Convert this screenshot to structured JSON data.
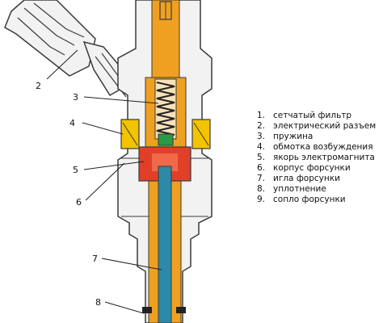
{
  "colors": {
    "body_fill": "#f2f2f2",
    "outline": "#3a3a3a",
    "fuel_channel": "#f0a020",
    "needle": "#2c8aa8",
    "armature": "#e0402a",
    "coil": "#f2c400",
    "spring_cap": "#2a9a44",
    "leader": "#222222"
  },
  "callouts": [
    {
      "num": "2"
    },
    {
      "num": "3"
    },
    {
      "num": "4"
    },
    {
      "num": "5"
    },
    {
      "num": "6"
    },
    {
      "num": "7"
    },
    {
      "num": "8"
    }
  ],
  "legend": [
    {
      "num": "1.",
      "text": "сетчатый фильтр"
    },
    {
      "num": "2.",
      "text": "электрический разъем"
    },
    {
      "num": "3.",
      "text": "пружина"
    },
    {
      "num": "4.",
      "text": "обмотка возбуждения"
    },
    {
      "num": "5.",
      "text": "якорь электромагнита"
    },
    {
      "num": "6.",
      "text": "корпус форсунки"
    },
    {
      "num": "7.",
      "text": "игла форсунки"
    },
    {
      "num": "8.",
      "text": "уплотнение"
    },
    {
      "num": "9.",
      "text": "сопло форсунки"
    }
  ]
}
